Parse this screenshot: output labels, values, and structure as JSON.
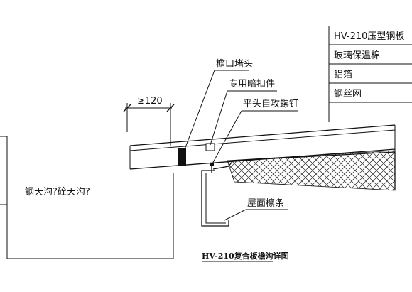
{
  "layer_labels": [
    "HV-210压型钢板",
    "玻璃保温棉",
    "铝箔",
    "钢丝网"
  ],
  "callouts": {
    "eave_plug": "檐口堵头",
    "concealed_fastener": "专用暗扣件",
    "self_tapping_screw": "平头自攻螺钉",
    "purlin": "屋面檩条"
  },
  "dimension": "≥120",
  "gutter_note": "钢天沟?砼天沟?",
  "title": "HV-210复合板檐沟详图"
}
